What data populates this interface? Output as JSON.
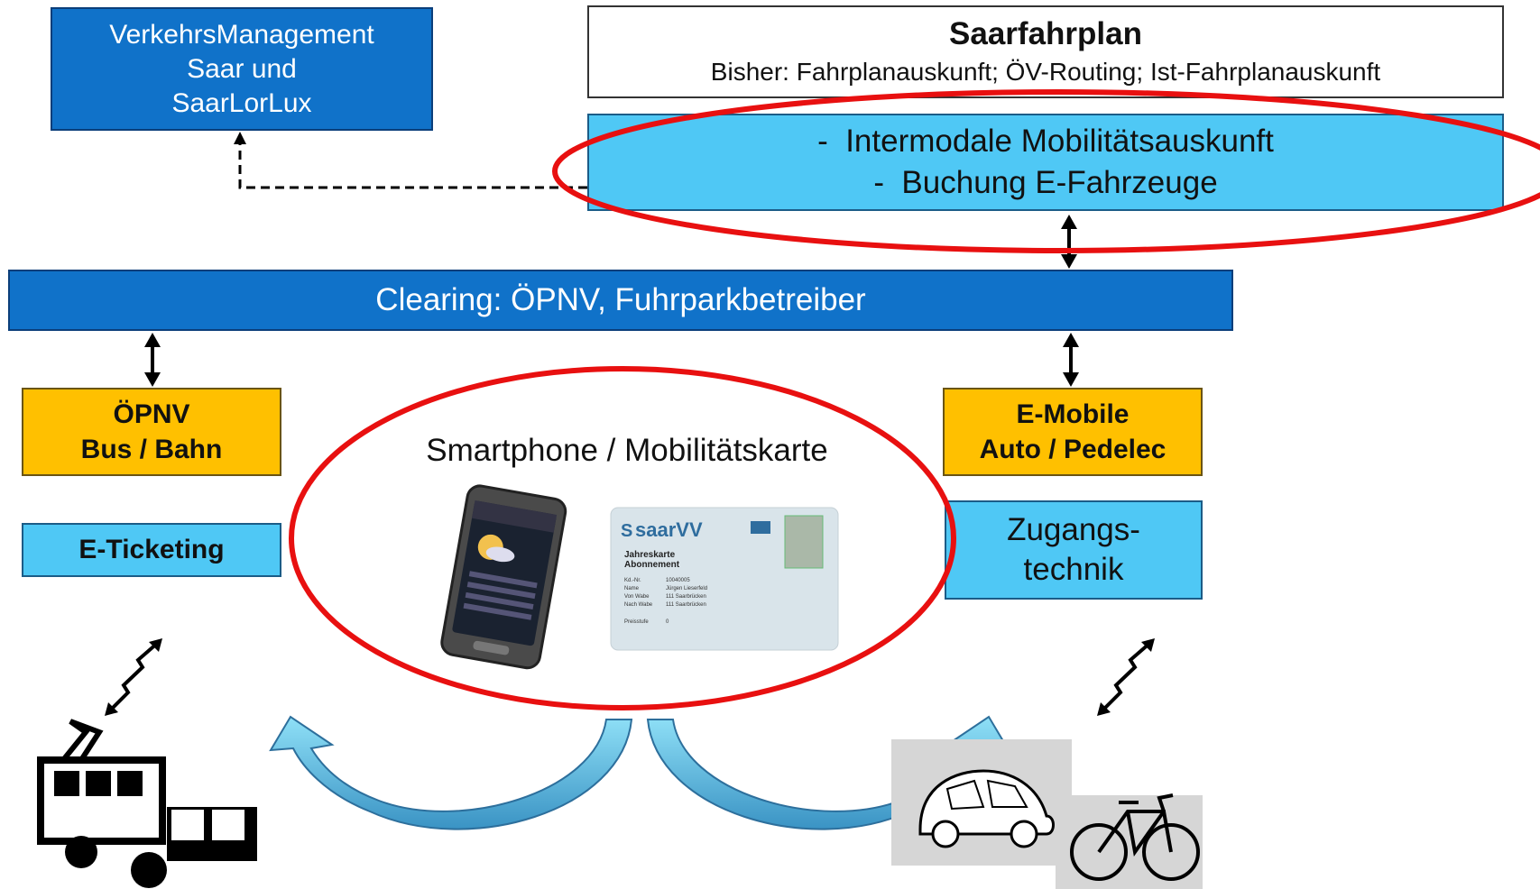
{
  "verkehrsmanagement": {
    "line1": "VerkehrsManagement",
    "line2": "Saar und",
    "line3": "SaarLorLux"
  },
  "saarfahrplan": {
    "title": "Saarfahrplan",
    "subtitle": "Bisher: Fahrplanauskunft; ÖV-Routing; Ist-Fahrplanauskunft"
  },
  "new_services": {
    "item1": "-  Intermodale Mobilitätsauskunft",
    "item2": "-  Buchung E-Fahrzeuge"
  },
  "clearing": {
    "label": "Clearing: ÖPNV, Fuhrparkbetreiber"
  },
  "oepnv": {
    "line1": "ÖPNV",
    "line2": "Bus / Bahn"
  },
  "eticketing": {
    "label": "E-Ticketing"
  },
  "emobile": {
    "line1": "E-Mobile",
    "line2": "Auto / Pedelec"
  },
  "zugang": {
    "line1": "Zugangs-",
    "line2": "technik"
  },
  "center": {
    "label": "Smartphone / Mobilitätskarte"
  },
  "card": {
    "brand": "saarVV",
    "title1": "Jahreskarte",
    "title2": "Abonnement",
    "row1_label": "Kd.-Nr.",
    "row1_value": "10040005",
    "row2_label": "Name",
    "row2_value": "Jürgen Lieserfeld",
    "row3_label": "Von Wabe",
    "row3_value": "111 Saarbrücken",
    "row4_label": "Nach Wabe",
    "row4_value": "111 Saarbrücken",
    "row5_label": "Preisstufe",
    "row5_value": "0"
  },
  "colors": {
    "dark_blue": "#1072c9",
    "light_blue": "#4fc8f5",
    "yellow": "#ffc000",
    "red_highlight": "#e81010"
  }
}
